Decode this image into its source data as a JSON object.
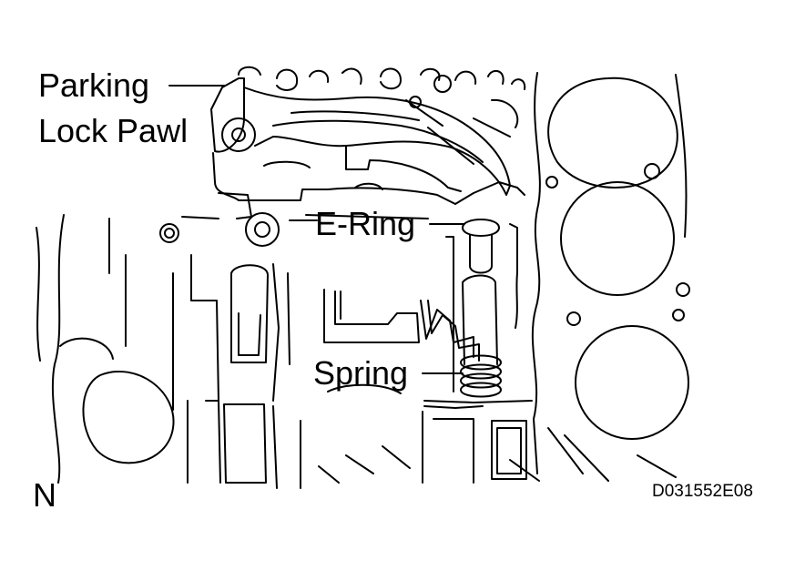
{
  "callouts": {
    "parking_lock_pawl_line1": "Parking",
    "parking_lock_pawl_line2": "Lock Pawl",
    "e_ring": "E-Ring",
    "spring": "Spring"
  },
  "orientation_mark": "N",
  "figure_code": "D031552E08",
  "colors": {
    "ink": "#000000",
    "background": "#ffffff"
  }
}
